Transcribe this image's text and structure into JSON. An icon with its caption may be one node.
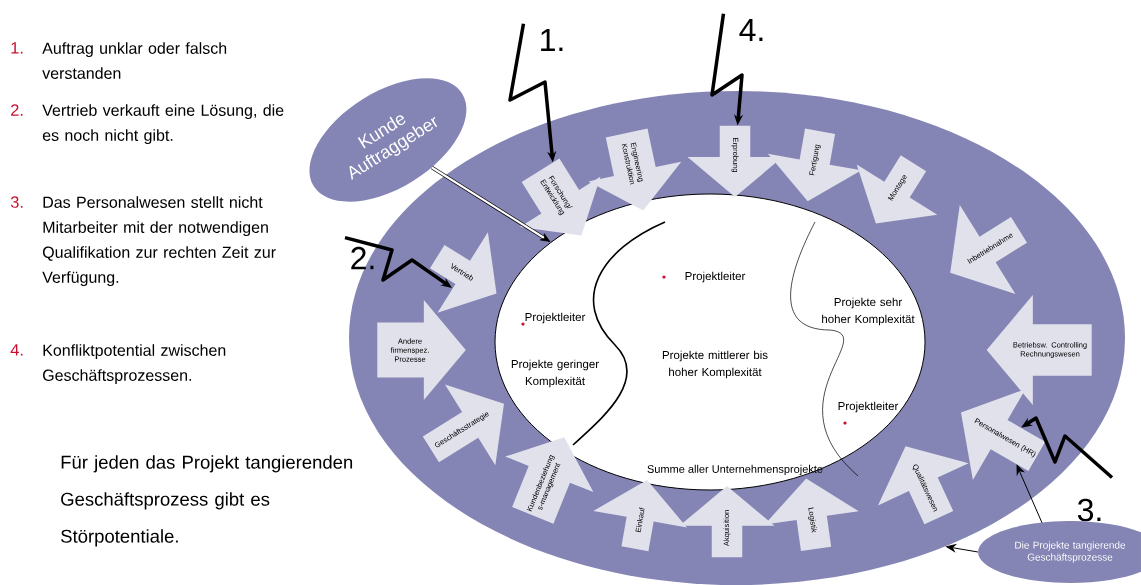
{
  "diagram": {
    "nodes": [
      {
        "text": [
          "Kunde Auftraggeber"
        ]
      },
      {
        "text": [],
        "shape": "ring"
      },
      {
        "text": [
          "Summe aller Unternehmensprojekte"
        ],
        "in": 1
      },
      {
        "text": [
          "Projektleiter",
          "Projekte geringer Komplexität"
        ],
        "in": 2
      },
      {
        "text": [
          "Projektleiter",
          "Projekte mittlerer bis hoher Komplexität"
        ],
        "in": 2
      },
      {
        "text": [
          "Projekte sehr hoher Komplexität",
          "Projektleiter"
        ],
        "in": 2
      },
      {
        "text": [
          "Andere firmenspez. Prozesse"
        ],
        "in": 1
      },
      {
        "text": [
          "Vertrieb"
        ],
        "in": 1
      },
      {
        "text": [
          "Forschung/ Entwicklung"
        ],
        "in": 1
      },
      {
        "text": [
          "Engineering Konstruktion"
        ],
        "in": 1
      },
      {
        "text": [
          "Erprobung"
        ],
        "in": 1
      },
      {
        "text": [
          "Fertigung"
        ],
        "in": 1
      },
      {
        "text": [
          "Montage"
        ],
        "in": 1
      },
      {
        "text": [
          "Inbetriebnahme"
        ],
        "in": 1
      },
      {
        "text": [
          "Betriebsw. Controlling Rechnungswesen"
        ],
        "in": 1
      },
      {
        "text": [
          "Personalwesen (HR)"
        ],
        "in": 1
      },
      {
        "text": [
          "Qualitätswesen"
        ],
        "in": 1
      },
      {
        "text": [
          "Logistik"
        ],
        "in": 1
      },
      {
        "text": [
          "Akquisition"
        ],
        "in": 1
      },
      {
        "text": [
          "Einkauf"
        ],
        "in": 1
      },
      {
        "text": [
          "Kundenbeziehung s-management"
        ],
        "in": 1
      },
      {
        "text": [
          "Geschäftsstrategie"
        ],
        "in": 1
      },
      {
        "text": [
          "1."
        ]
      },
      {
        "text": [
          "4."
        ]
      },
      {
        "text": [
          "2."
        ]
      },
      {
        "text": [
          "3."
        ]
      },
      {
        "text": [
          "Die Projekte tangierende Geschäftsprozesse"
        ]
      }
    ],
    "edges": [
      {
        "from": 0,
        "to": 2,
        "arrow": "to"
      },
      {
        "from": 22,
        "to": 8,
        "arrow": "to"
      },
      {
        "from": 23,
        "to": 10,
        "arrow": "to"
      },
      {
        "from": 24,
        "to": 7,
        "arrow": "to"
      },
      {
        "from": 25,
        "to": 15,
        "arrow": "to"
      },
      {
        "from": 26,
        "to": 15,
        "arrow": "to"
      },
      {
        "from": 26,
        "to": 1,
        "arrow": "to"
      }
    ],
    "labels": [
      "1.",
      "Auftrag unklar oder falsch verstanden",
      "2.",
      "Vertrieb verkauft eine Lösung, die es noch nicht gibt.",
      "3.",
      "Das Personalwesen stellt nicht Mitarbeiter mit der notwendigen Qualifikation zur rechten Zeit zur Verfügung.",
      "4.",
      "Konfliktpotential zwischen Geschäftsprozessen.",
      "Für jeden das Projekt tangierenden Geschäftsprozess gibt es Störpotentiale."
    ]
  }
}
